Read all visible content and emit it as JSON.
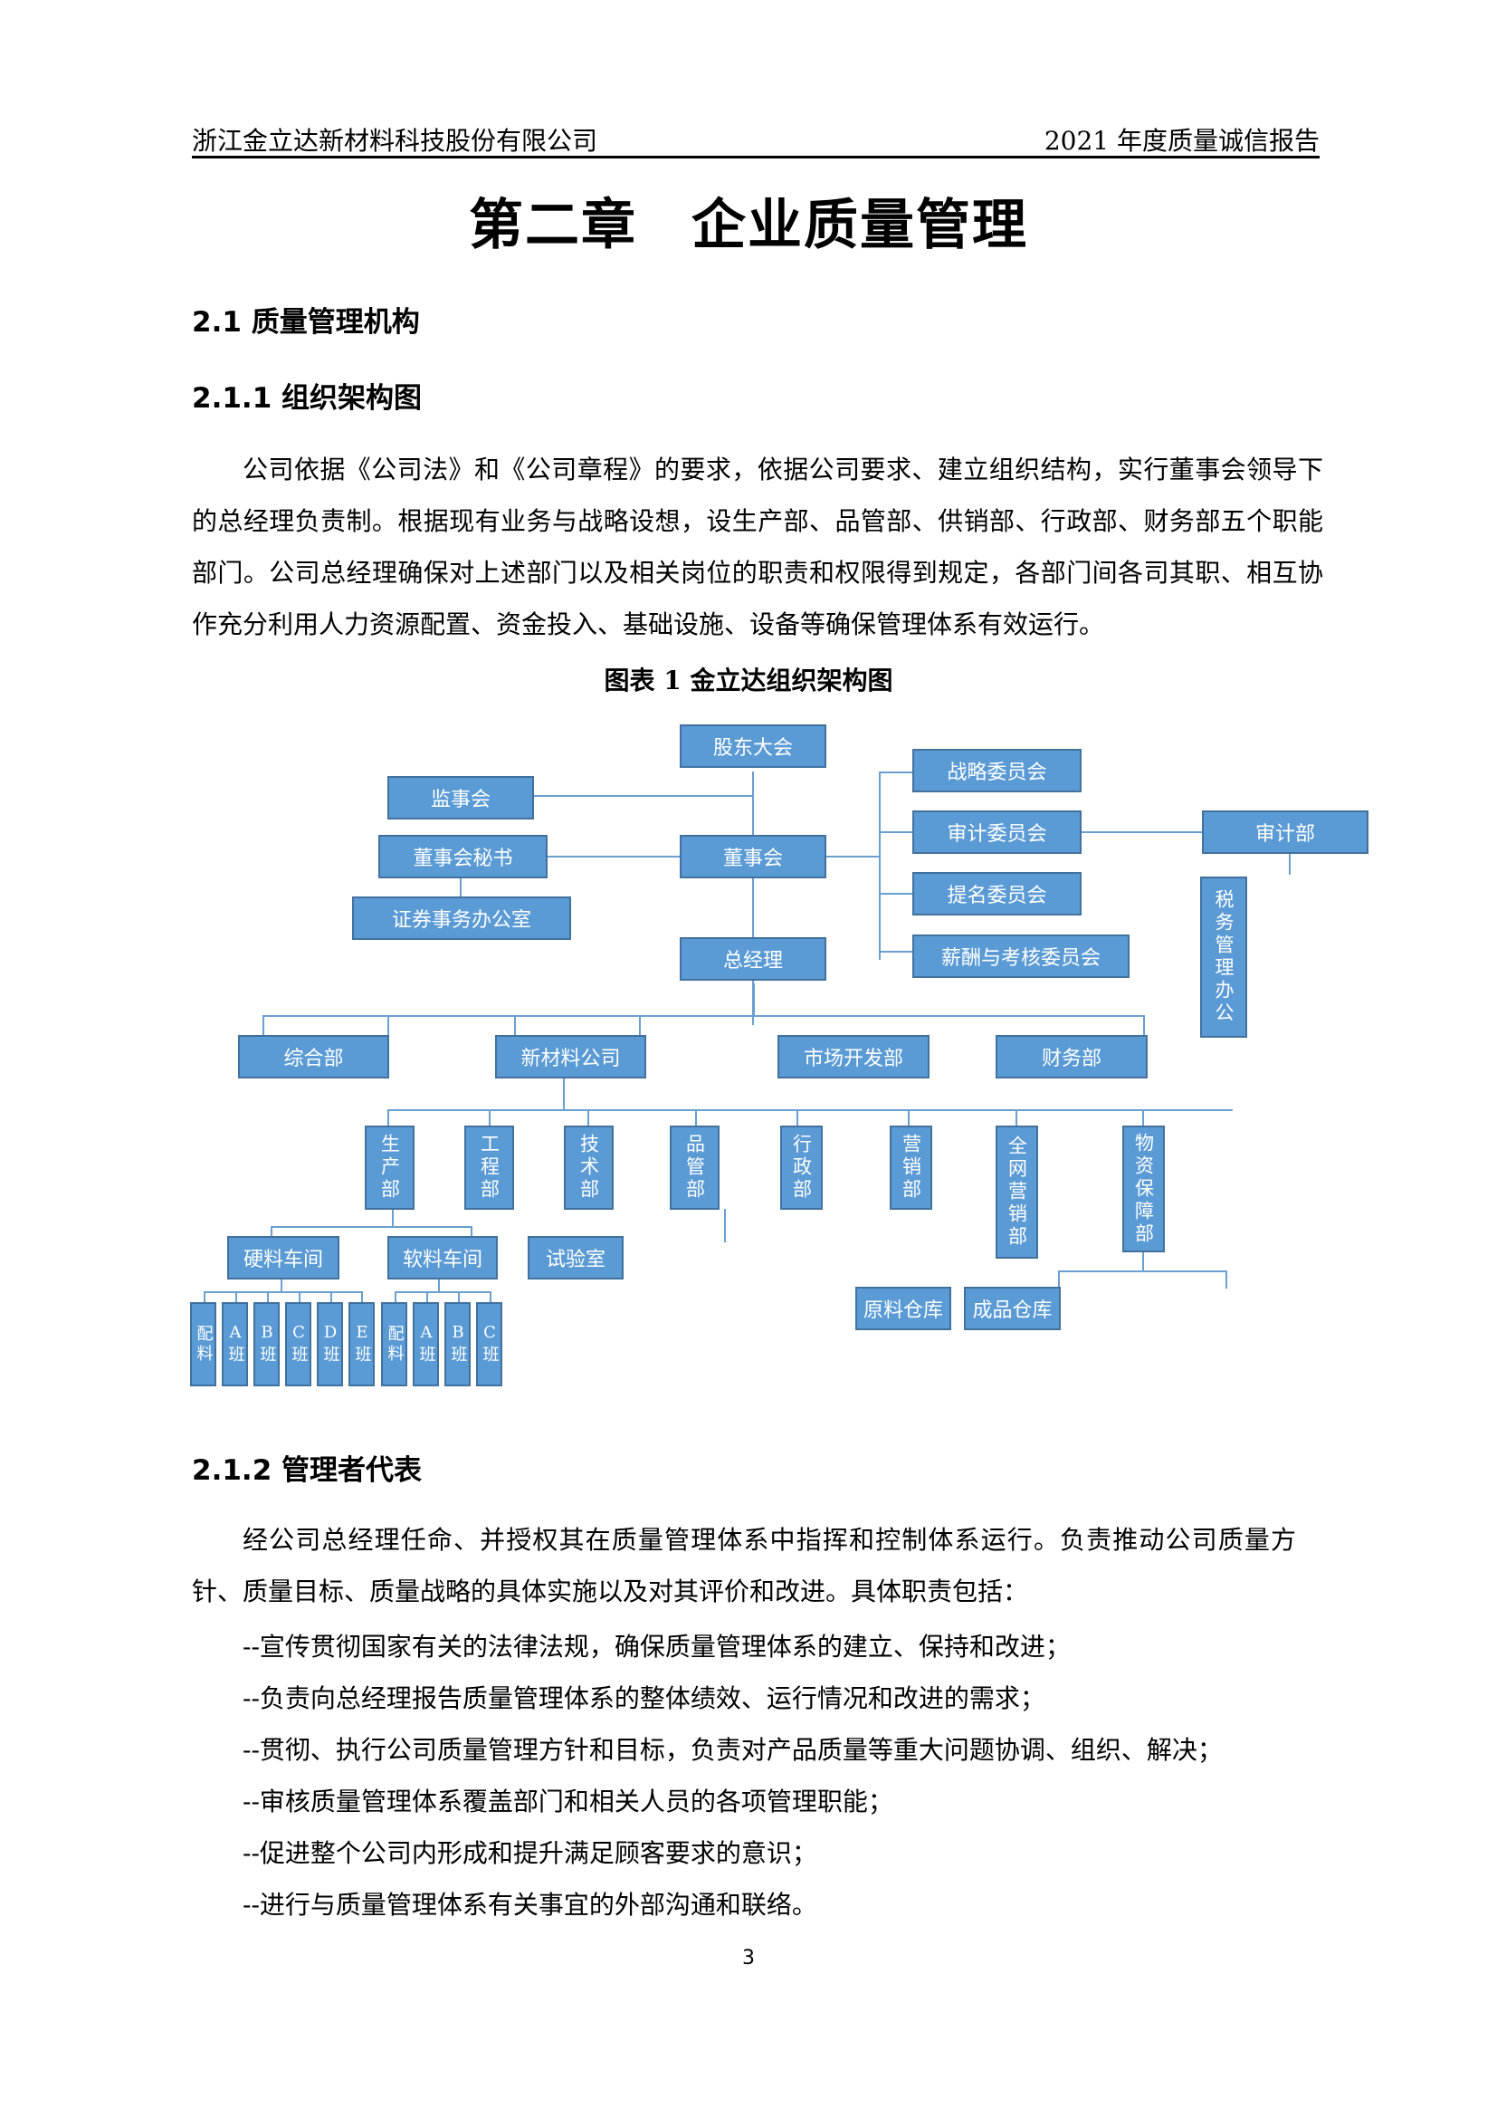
{
  "header": {
    "company": "浙江金立达新材料科技股份有限公司",
    "report": "2021 年度质量诚信报告"
  },
  "chapter": {
    "number": "第二章",
    "title": "企业质量管理"
  },
  "sections": {
    "s2_1": "2.1  质量管理机构",
    "s2_1_1": "2.1.1  组织架构图",
    "s2_1_1_body": "公司依据《公司法》和《公司章程》的要求，依据公司要求、建立组织结构，实行董事会领导下的总经理负责制。根据现有业务与战略设想，设生产部、品管部、供销部、行政部、财务部五个职能部门。公司总经理确保对上述部门以及相关岗位的职责和权限得到规定，各部门间各司其职、相互协作充分利用人力资源配置、资金投入、基础设施、设备等确保管理体系有效运行。",
    "figure_caption": "图表 1  金立达组织架构图",
    "s2_1_2": "2.1.2 管理者代表",
    "s2_1_2_body": "经公司总经理任命、并授权其在质量管理体系中指挥和控制体系运行。负责推动公司质量方针、质量目标、质量战略的具体实施以及对其评价和改进。具体职责包括：",
    "duties": [
      "--宣传贯彻国家有关的法律法规，确保质量管理体系的建立、保持和改进；",
      "--负责向总经理报告质量管理体系的整体绩效、运行情况和改进的需求；",
      "--贯彻、执行公司质量管理方针和目标，负责对产品质量等重大问题协调、组织、解决；",
      "--审核质量管理体系覆盖部门和相关人员的各项管理职能；",
      "--促进整个公司内形成和提升满足顾客要求的意识；",
      "--进行与质量管理体系有关事宜的外部沟通和联络。"
    ]
  },
  "org_chart": {
    "box_color": "#5b9bd5",
    "border_color": "#41719c",
    "line_color": "#6a9fcf",
    "nodes": {
      "shareholders": "股东大会",
      "supervisory": "监事会",
      "board_secretary": "董事会秘书",
      "securities_office": "证券事务办公室",
      "board": "董事会",
      "strategy_committee": "战略委员会",
      "audit_committee": "审计委员会",
      "nomination_committee": "提名委员会",
      "compensation_committee": "薪酬与考核委员会",
      "audit_dept": "审计部",
      "tax_office": "税务管理办公",
      "general_manager": "总经理",
      "general_dept": "综合部",
      "new_materials_co": "新材料公司",
      "market_dev": "市场开发部",
      "finance": "财务部",
      "production": "生产部",
      "engineering": "工程部",
      "technology": "技术部",
      "quality": "品管部",
      "administration": "行政部",
      "sales": "营销部",
      "online_sales": "全网营销部",
      "materials_support": "物资保障部",
      "hard_workshop": "硬料车间",
      "soft_workshop": "软料车间",
      "lab": "试验室",
      "raw_warehouse": "原料仓库",
      "finished_warehouse": "成品仓库",
      "hard_teams": [
        "配料",
        "A班",
        "B班",
        "C班",
        "D班",
        "E班"
      ],
      "soft_teams": [
        "配料",
        "A班",
        "B班",
        "C班"
      ]
    }
  },
  "footer": {
    "page_number": "3"
  }
}
